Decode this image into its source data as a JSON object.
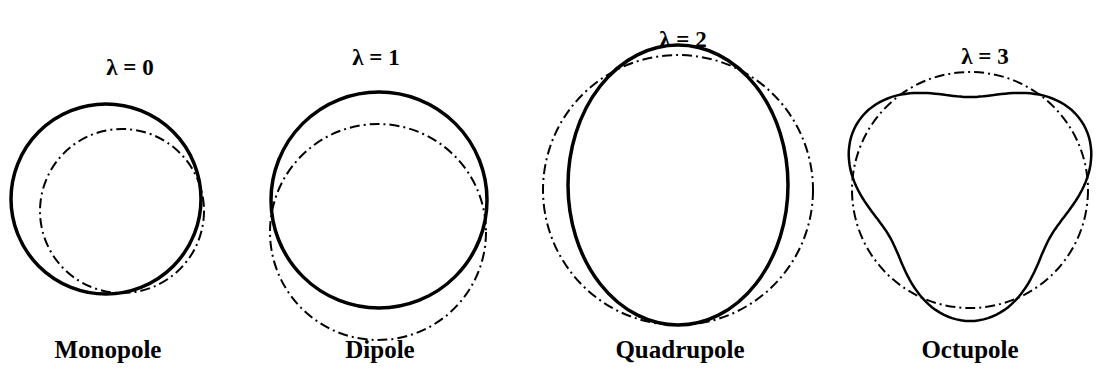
{
  "diagram": {
    "labels": [
      "λ = 0",
      "λ = 1",
      "λ = 2",
      "λ = 3",
      "Monopole",
      "Dipole",
      "Quadrupole",
      "Octupole"
    ]
  }
}
